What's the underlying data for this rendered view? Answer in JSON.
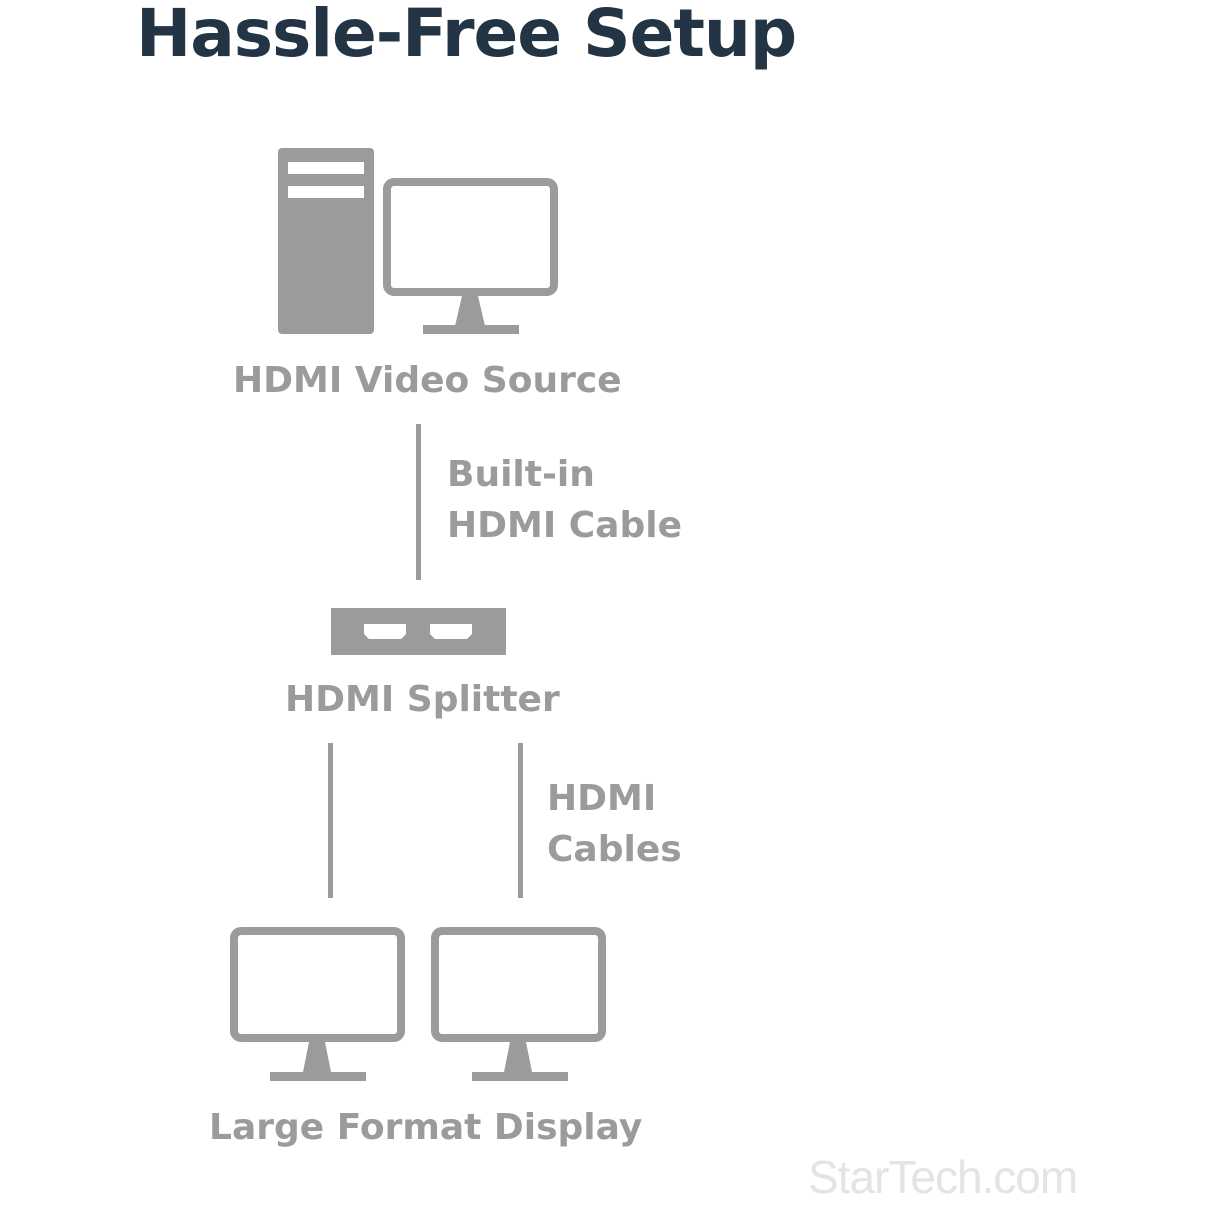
{
  "title": "Hassle-Free Setup",
  "colors": {
    "title": "#233444",
    "diagram": "#9b9b9b",
    "watermark": "#e4e4e4"
  },
  "nodes": {
    "source": {
      "label": "HDMI Video Source",
      "icons": [
        "desktop-tower-icon",
        "monitor-icon"
      ]
    },
    "splitter": {
      "label": "HDMI Splitter",
      "icons": [
        "hdmi-splitter-icon"
      ]
    },
    "displays": {
      "label": "Large Format Display",
      "icons": [
        "monitor-icon",
        "monitor-icon"
      ]
    }
  },
  "connections": {
    "source_to_splitter": {
      "line1": "Built-in",
      "line2": "HDMI Cable"
    },
    "splitter_to_displays": {
      "line1": "HDMI",
      "line2": "Cables"
    }
  },
  "watermark": "StarTech.com"
}
